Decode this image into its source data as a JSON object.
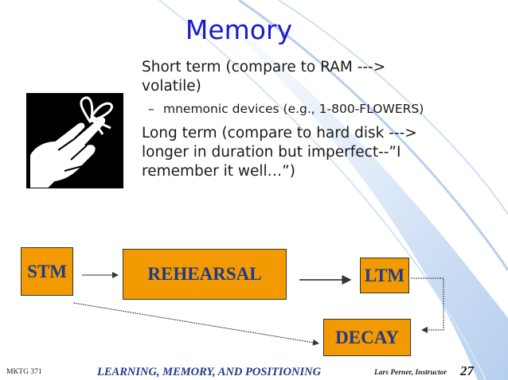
{
  "slide": {
    "title": "Memory",
    "bullets": {
      "short_term": "Short term (compare to RAM ---> volatile)",
      "short_term_line1": "Short term (compare to RAM --->",
      "short_term_line2": "volatile)",
      "sub_marker": "–",
      "mnemonic": "mnemonic devices (e.g., 1-800-FLOWERS)",
      "long_term_line1": "Long term (compare to hard disk --->",
      "long_term_line2": "longer in duration but imperfect--”I",
      "long_term_line3": "remember it well…”)"
    },
    "diagram": {
      "stm": "STM",
      "rehearsal": "REHEARSAL",
      "ltm": "LTM",
      "decay": "DECAY"
    },
    "footer": {
      "course": "MKTG 371",
      "chapter": "LEARNING, MEMORY, AND POSITIONING",
      "instructor": "Lars Perner, Instructor",
      "page": "27"
    },
    "colors": {
      "title": "#1a1acc",
      "box_fill": "#f39a00",
      "box_text": "#1f3a8a",
      "swoosh": "#c9dcf5"
    },
    "icons": {
      "clipart": "finger-with-string-bow-icon"
    }
  }
}
